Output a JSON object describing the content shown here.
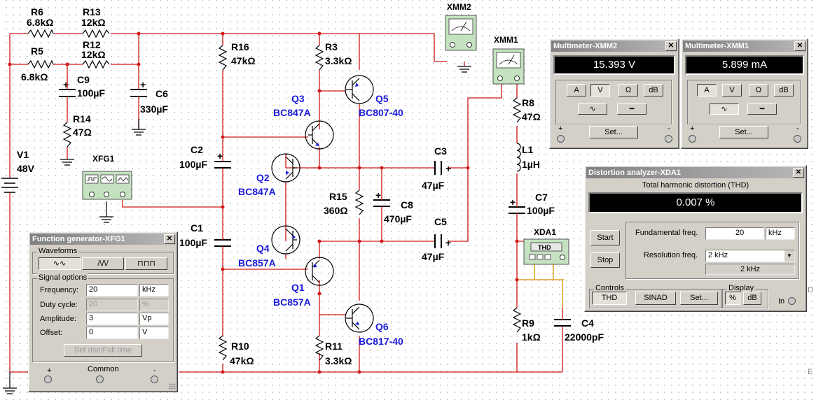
{
  "components": {
    "R6": {
      "name": "R6",
      "value": "6.8kΩ"
    },
    "R13": {
      "name": "R13",
      "value": "12kΩ"
    },
    "R5": {
      "name": "R5",
      "value": "6.8kΩ"
    },
    "R12": {
      "name": "R12",
      "value": "12kΩ"
    },
    "C9": {
      "name": "C9",
      "value": "100µF"
    },
    "C6": {
      "name": "C6",
      "value": "330µF"
    },
    "R14": {
      "name": "R14",
      "value": "47Ω"
    },
    "V1": {
      "name": "V1",
      "value": "48V"
    },
    "XFG1": {
      "name": "XFG1"
    },
    "R16": {
      "name": "R16",
      "value": "47kΩ"
    },
    "R3": {
      "name": "R3",
      "value": "3.3kΩ"
    },
    "Q3": {
      "name": "Q3",
      "value": "BC847A"
    },
    "Q5": {
      "name": "Q5",
      "value": "BC807-40"
    },
    "C2": {
      "name": "C2",
      "value": "100µF"
    },
    "Q2": {
      "name": "Q2",
      "value": "BC847A"
    },
    "C1": {
      "name": "C1",
      "value": "100µF"
    },
    "Q4": {
      "name": "Q4",
      "value": "BC857A"
    },
    "Q1": {
      "name": "Q1",
      "value": "BC857A"
    },
    "R15": {
      "name": "R15",
      "value": "360Ω"
    },
    "C8": {
      "name": "C8",
      "value": "470µF"
    },
    "C3": {
      "name": "C3",
      "value": "47µF"
    },
    "C5": {
      "name": "C5",
      "value": "47µF"
    },
    "Q6": {
      "name": "Q6",
      "value": "BC817-40"
    },
    "R10": {
      "name": "R10",
      "value": "47kΩ"
    },
    "R11": {
      "name": "R11",
      "value": "3.3kΩ"
    },
    "XMM2": {
      "name": "XMM2"
    },
    "XMM1": {
      "name": "XMM1"
    },
    "R8": {
      "name": "R8",
      "value": "47Ω"
    },
    "L1": {
      "name": "L1",
      "value": "1µH"
    },
    "C7": {
      "name": "C7",
      "value": "100µF"
    },
    "XDA1": {
      "name": "XDA1",
      "thd_label": "THD"
    },
    "R9": {
      "name": "R9",
      "value": "1kΩ"
    },
    "C4": {
      "name": "C4",
      "value": "22000pF"
    }
  },
  "multimeter_xmm2": {
    "title": "Multimeter-XMM2",
    "reading": "15.393 V",
    "buttons": [
      "A",
      "V",
      "Ω",
      "dB"
    ],
    "selected": "V",
    "set_label": "Set...",
    "plus": "+",
    "minus": "-"
  },
  "multimeter_xmm1": {
    "title": "Multimeter-XMM1",
    "reading": "5.899 mA",
    "buttons": [
      "A",
      "V",
      "Ω",
      "dB"
    ],
    "selected": "A",
    "set_label": "Set...",
    "plus": "+",
    "minus": "-"
  },
  "distortion_analyzer": {
    "title": "Distortion analyzer-XDA1",
    "heading": "Total harmonic distortion (THD)",
    "reading": "0.007 %",
    "start_label": "Start",
    "stop_label": "Stop",
    "fundamental_label": "Fundamental freq.",
    "fundamental_value": "20",
    "fundamental_unit": "kHz",
    "resolution_label": "Resolution freq.",
    "resolution_value": "2 kHz",
    "resolution_readout": "2 kHz",
    "controls_caption": "Controls",
    "thd_button": "THD",
    "sinad_button": "SINAD",
    "set_button": "Set...",
    "display_caption": "Display",
    "percent_button": "%",
    "db_button": "dB",
    "in_label": "In"
  },
  "function_generator": {
    "title": "Function generator-XFG1",
    "waveforms_caption": "Waveforms",
    "signal_caption": "Signal options",
    "frequency_label": "Frequency:",
    "frequency_value": "20",
    "frequency_unit": "kHz",
    "duty_label": "Duty cycle:",
    "duty_value": "20",
    "duty_unit": "%",
    "amplitude_label": "Amplitude:",
    "amplitude_value": "3",
    "amplitude_unit": "Vp",
    "offset_label": "Offset:",
    "offset_value": "0",
    "offset_unit": "V",
    "rise_fall_button": "Set rise/Fall time",
    "plus": "+",
    "common": "Common",
    "minus": "-"
  },
  "edge_marks": {
    "d": "D",
    "e": "E"
  },
  "colors": {
    "wire": "#d01818",
    "probe_wire": "#e0a020",
    "label_blue": "#1a1adb",
    "instrument_green": "#c4e2c0",
    "display_bg": "#000000",
    "window_bg": "#d4d0c8"
  }
}
